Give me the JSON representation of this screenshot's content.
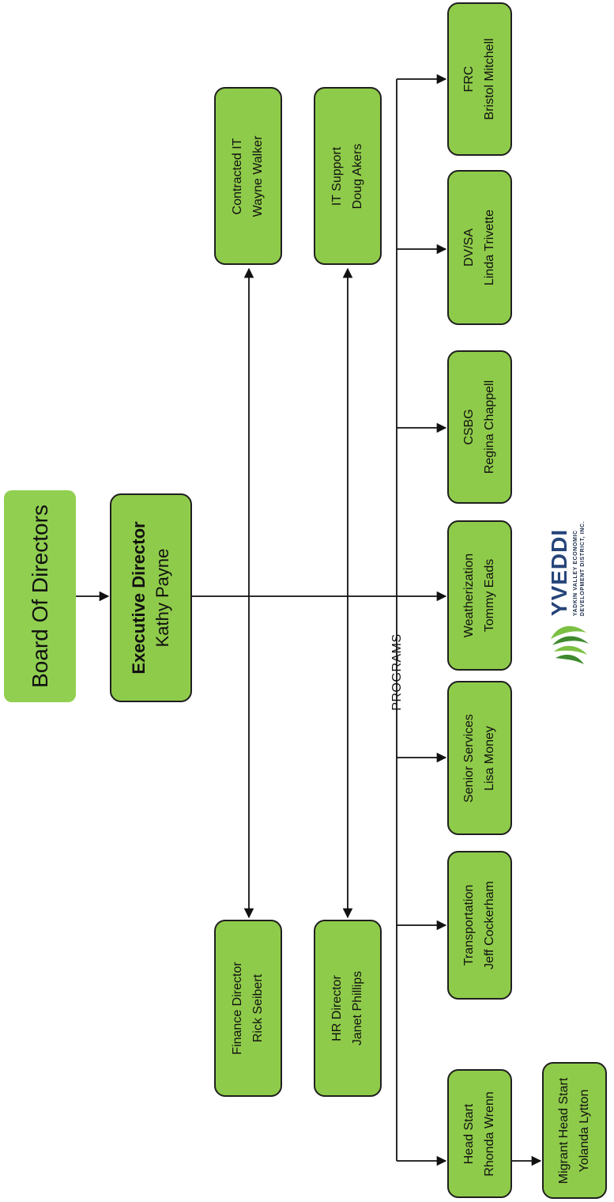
{
  "chart": {
    "board": {
      "lines": [
        "Board Of Directors"
      ]
    },
    "executive": {
      "lines": [
        "Executive Director",
        "Kathy Payne"
      ]
    },
    "staff": [
      {
        "lines": [
          "Finance Director",
          "Rick Seibert"
        ]
      },
      {
        "lines": [
          "Contracted IT",
          "Wayne Walker"
        ]
      },
      {
        "lines": [
          "HR Director",
          "Janet Phillips"
        ]
      },
      {
        "lines": [
          "IT Support",
          "Doug Akers"
        ]
      }
    ],
    "programs_label": "PROGRAMS",
    "programs": [
      {
        "lines": [
          "Head Start",
          "Rhonda Wrenn"
        ]
      },
      {
        "lines": [
          "Transportation",
          "Jeff Cockerham"
        ]
      },
      {
        "lines": [
          "Senior Services",
          "Lisa Money"
        ]
      },
      {
        "lines": [
          "Weatherization",
          "Tommy Eads"
        ]
      },
      {
        "lines": [
          "CSBG",
          "Regina Chappell"
        ]
      },
      {
        "lines": [
          "DV/SA",
          "Linda Trivette"
        ]
      },
      {
        "lines": [
          "FRC",
          "Bristol Mitchell"
        ]
      }
    ],
    "sub_program": {
      "lines": [
        "Migrant Head Start",
        "Yolanda Lytton"
      ]
    }
  },
  "logo": {
    "title": "YVEDDI",
    "subtitle_lines": [
      "YADKIN VALLEY ECONOMIC",
      "DEVELOPMENT DISTRICT, INC."
    ],
    "colors": {
      "text": "#26457a",
      "leaf_green": "#7cc043",
      "leaf_dark": "#3f8a2e"
    }
  },
  "colors": {
    "box_fill": "#8fcb4a",
    "box_border": "#1f1f1f",
    "line": "#111111"
  }
}
